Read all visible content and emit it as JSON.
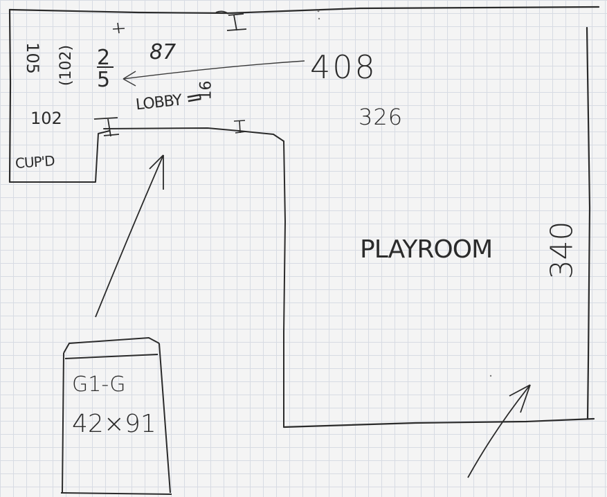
{
  "labels": {
    "main_width": "408",
    "width_inner": "326",
    "main_height": "340",
    "room_name": "PLAYROOM",
    "lobby_width": "87",
    "lobby_label": "LOBBY",
    "lobby_depth": "16",
    "left_numbers": [
      "105",
      "(102)",
      "102"
    ],
    "fraction_top": "2",
    "fraction_bottom": "5",
    "cupboard": "CUP'D",
    "detail_line1": "G1-G",
    "detail_line2": "42×91"
  },
  "colors": {
    "paper": "#f4f4f4",
    "grid": "#d7dbe3",
    "ink": "#2a2a2a"
  }
}
